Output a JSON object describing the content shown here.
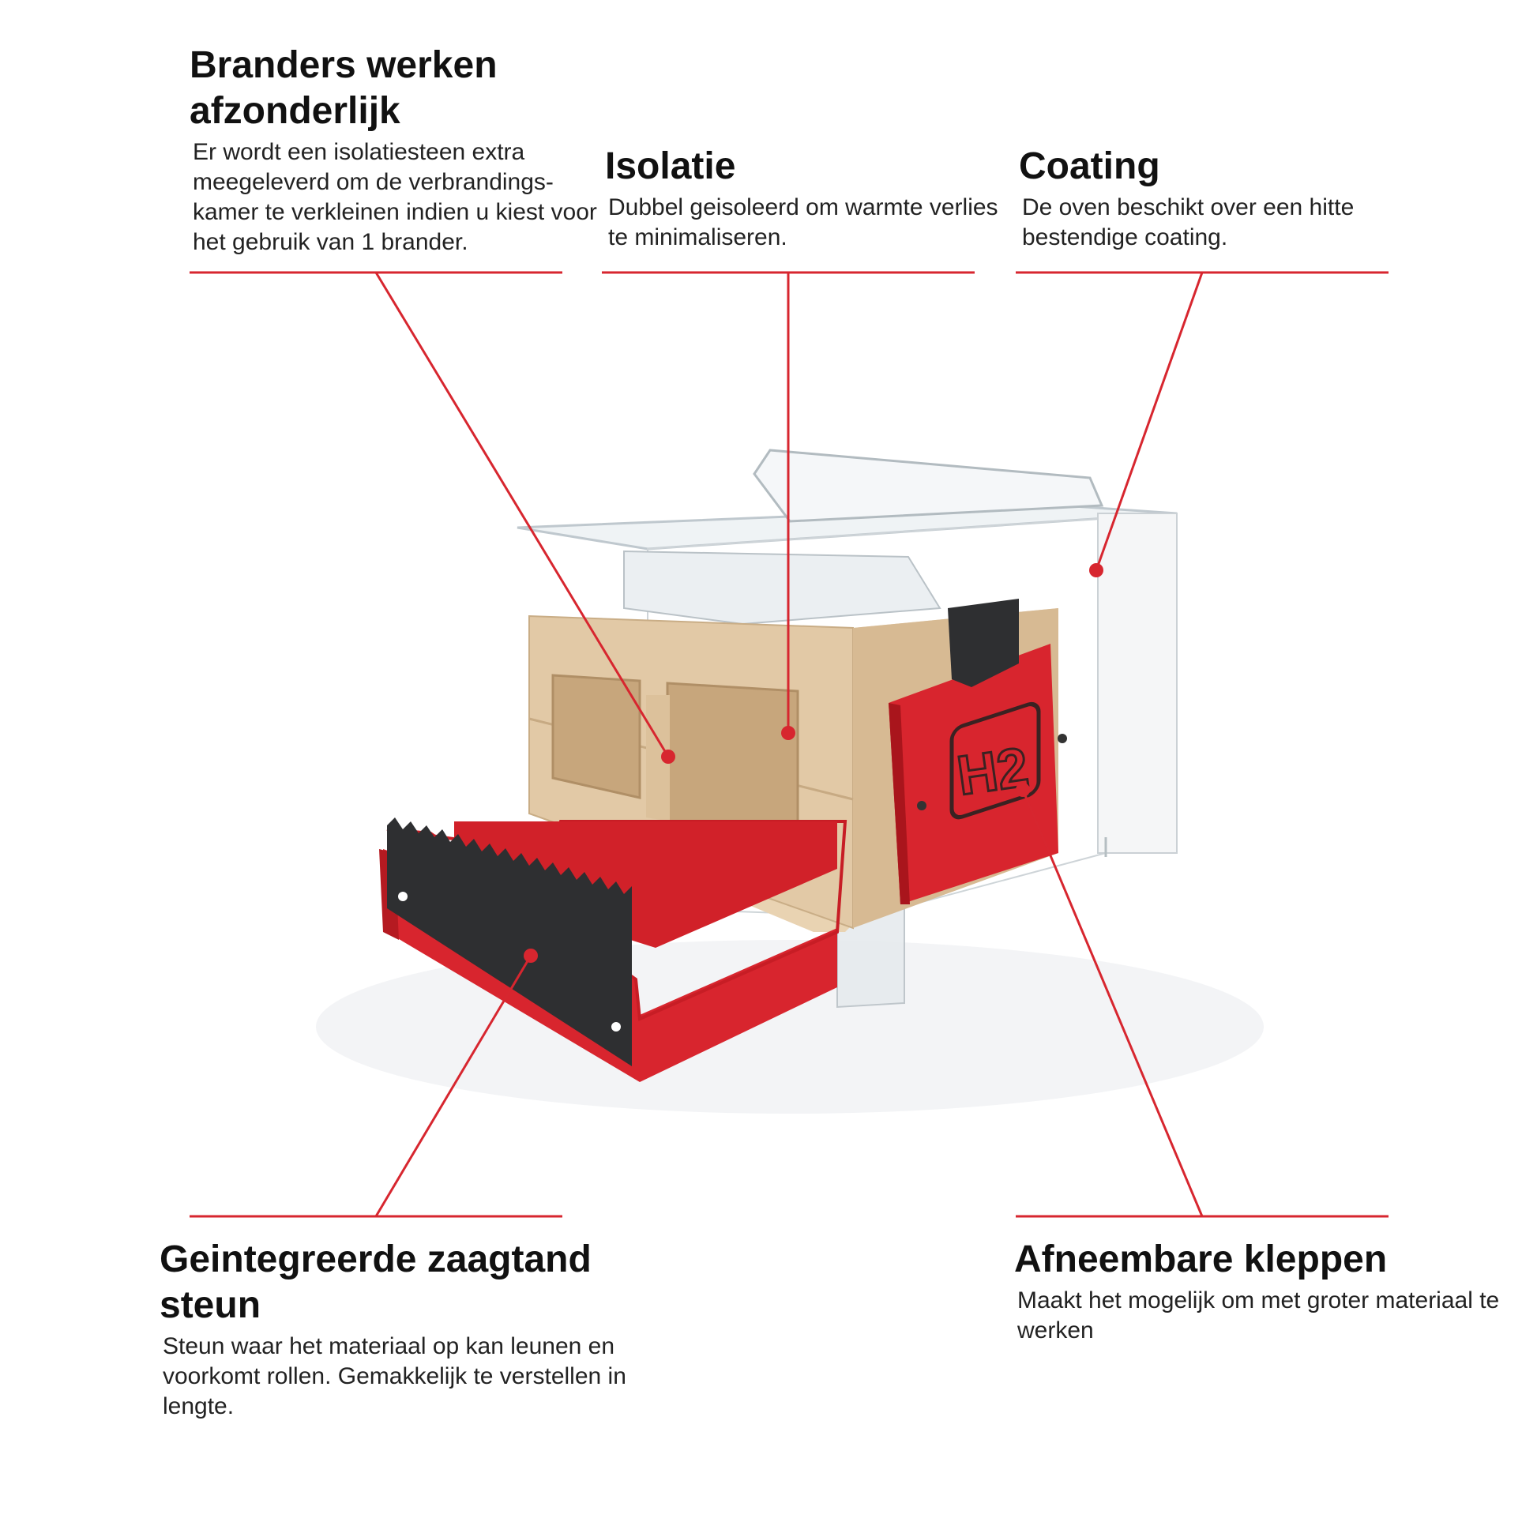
{
  "colors": {
    "accent": "#d7262f",
    "brick": "#e2c9a6",
    "door": "#d8252e",
    "dark_steel": "#2e2f31",
    "glass": "#dfe6ea"
  },
  "callouts": {
    "branders": {
      "title": "Branders werken afzonderlijk",
      "text": "Er wordt een isolatiesteen extra meegeleverd om de verbrandings- kamer te verkleinen indien u kiest voor het gebruik van 1 brander."
    },
    "isolatie": {
      "title": "Isolatie",
      "text": "Dubbel geisoleerd om warmte verlies te minimaliseren."
    },
    "coating": {
      "title": "Coating",
      "text": "De oven beschikt over een hitte bestendige coating."
    },
    "zaagtand": {
      "title": "Geintegreerde zaagtand steun",
      "text": "Steun waar het materiaal op kan leunen en voorkomt rollen. Gemakkelijk te verstellen in lengte."
    },
    "kleppen": {
      "title": "Afneembare kleppen",
      "text": "Maakt het mogelijk om met groter materiaal te werken"
    }
  },
  "product": {
    "door_logo": "H2"
  }
}
